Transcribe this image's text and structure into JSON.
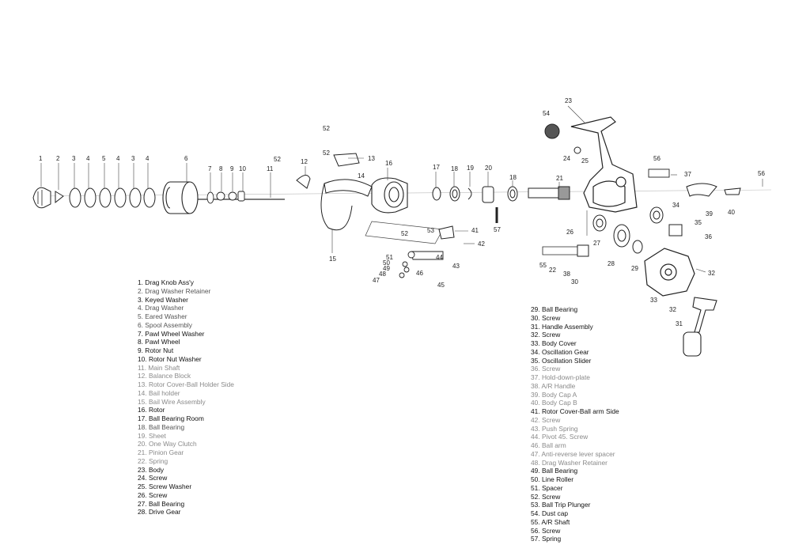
{
  "diagram": {
    "title": "Spinning reel exploded parts diagram",
    "callouts": [
      "1",
      "2",
      "3",
      "4",
      "5",
      "4",
      "3",
      "4",
      "6",
      "7",
      "8",
      "9",
      "10",
      "11",
      "52",
      "12",
      "52",
      "52",
      "13",
      "14",
      "16",
      "15",
      "17",
      "18",
      "19",
      "20",
      "18",
      "57",
      "21",
      "23",
      "54",
      "24",
      "25",
      "56",
      "37",
      "56",
      "22",
      "26",
      "27",
      "28",
      "55",
      "38",
      "30",
      "29",
      "34",
      "35",
      "36",
      "39",
      "40",
      "32",
      "33",
      "32",
      "31",
      "51",
      "50",
      "49",
      "48",
      "47",
      "46",
      "44",
      "45",
      "43",
      "52",
      "53",
      "41",
      "42"
    ]
  },
  "parts_left": [
    {
      "text": "1. Drag Knob Ass'y",
      "tone": "dark"
    },
    {
      "text": "2. Drag Washer Retainer",
      "tone": "mid"
    },
    {
      "text": "3. Keyed Washer",
      "tone": "dark"
    },
    {
      "text": "4. Drag Washer",
      "tone": "mid"
    },
    {
      "text": "5. Eared Washer",
      "tone": "mid"
    },
    {
      "text": "6. Spool Assembly",
      "tone": "mid"
    },
    {
      "text": "7. Pawl Wheel Washer",
      "tone": "dark"
    },
    {
      "text": "8. Pawl Wheel",
      "tone": "dark"
    },
    {
      "text": "9. Rotor Nut",
      "tone": "dark"
    },
    {
      "text": "10. Rotor Nut Washer",
      "tone": "dark"
    },
    {
      "text": "11. Main Shaft",
      "tone": "light"
    },
    {
      "text": "12. Balance Block",
      "tone": "light"
    },
    {
      "text": "13. Rotor Cover-Ball Holder Side",
      "tone": "light"
    },
    {
      "text": "14. Bail holder",
      "tone": "light"
    },
    {
      "text": "15. Bail Wire Assembly",
      "tone": "light"
    },
    {
      "text": "16. Rotor",
      "tone": "dark"
    },
    {
      "text": "17. Ball Bearing Room",
      "tone": "dark"
    },
    {
      "text": "18. Ball Bearing",
      "tone": "mid"
    },
    {
      "text": "19. Sheet",
      "tone": "light"
    },
    {
      "text": "20. One Way Clutch",
      "tone": "light"
    },
    {
      "text": "21. Pinion Gear",
      "tone": "light"
    },
    {
      "text": "22. Spring",
      "tone": "light"
    },
    {
      "text": "23. Body",
      "tone": "dark"
    },
    {
      "text": "24. Screw",
      "tone": "dark"
    },
    {
      "text": "25. Screw Washer",
      "tone": "dark"
    },
    {
      "text": "26. Screw",
      "tone": "dark"
    },
    {
      "text": "27. Ball Bearing",
      "tone": "dark"
    },
    {
      "text": "28. Drive Gear",
      "tone": "dark"
    }
  ],
  "parts_right": [
    {
      "text": "29. Ball Bearing",
      "tone": "dark"
    },
    {
      "text": "30. Screw",
      "tone": "dark"
    },
    {
      "text": "31. Handle Assembly",
      "tone": "dark"
    },
    {
      "text": "32. Screw",
      "tone": "dark"
    },
    {
      "text": "33. Body Cover",
      "tone": "dark"
    },
    {
      "text": "34. Oscillation Gear",
      "tone": "dark"
    },
    {
      "text": "35. Oscillation Slider",
      "tone": "dark"
    },
    {
      "text": "36. Screw",
      "tone": "light"
    },
    {
      "text": "37. Hold-down-plate",
      "tone": "light"
    },
    {
      "text": "38. A/R Handle",
      "tone": "light"
    },
    {
      "text": "39. Body Cap A",
      "tone": "light"
    },
    {
      "text": "40. Body Cap B",
      "tone": "light"
    },
    {
      "text": "41. Rotor Cover-Ball arm Side",
      "tone": "dark"
    },
    {
      "text": "42. Screw",
      "tone": "light"
    },
    {
      "text": "43. Push Spring",
      "tone": "light"
    },
    {
      "text": "44. Pivot 45. Screw",
      "tone": "light"
    },
    {
      "text": "46. Ball arm",
      "tone": "light"
    },
    {
      "text": "47. Anti-reverse lever spacer",
      "tone": "light"
    },
    {
      "text": "48. Drag Washer Retainer",
      "tone": "light"
    },
    {
      "text": "49. Ball Bearing",
      "tone": "dark"
    },
    {
      "text": "50. Line Roller",
      "tone": "dark"
    },
    {
      "text": "51. Spacer",
      "tone": "dark"
    },
    {
      "text": "52. Screw",
      "tone": "dark"
    },
    {
      "text": "53. Ball Trip Plunger",
      "tone": "dark"
    },
    {
      "text": "54. Dust cap",
      "tone": "dark"
    },
    {
      "text": "55. A/R Shaft",
      "tone": "dark"
    },
    {
      "text": "56. Screw",
      "tone": "dark"
    },
    {
      "text": "57. Spring",
      "tone": "dark"
    }
  ]
}
